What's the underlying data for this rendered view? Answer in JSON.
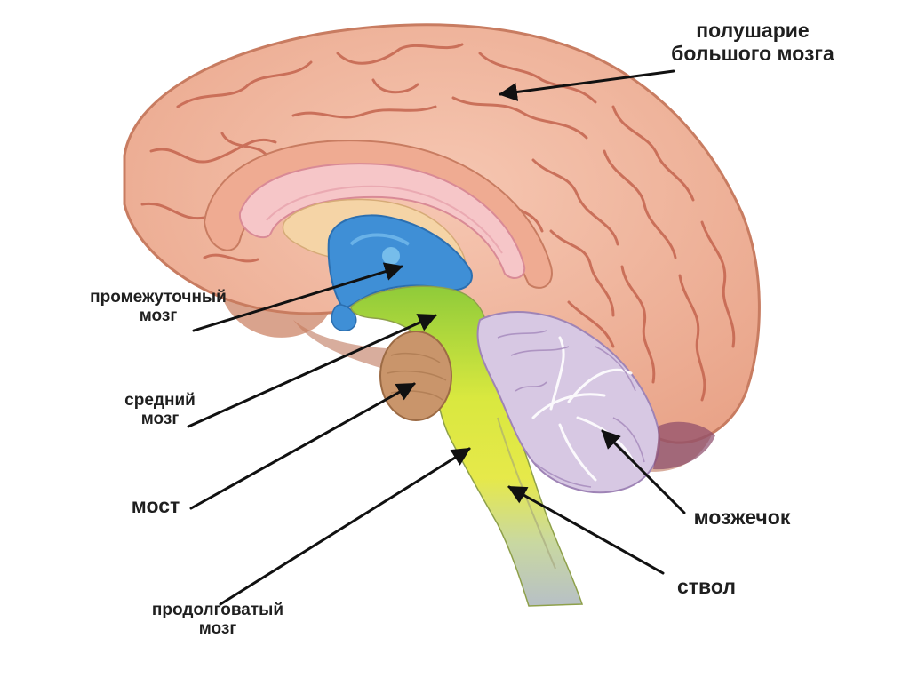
{
  "labels": {
    "hemisphere": [
      "полушарие",
      "большого мозга"
    ],
    "diencephalon": [
      "промежуточный",
      "мозг"
    ],
    "midbrain": [
      "средний",
      "мозг"
    ],
    "pons": "мост",
    "medulla": [
      "продолговатый",
      "мозг"
    ],
    "cerebellum": "мозжечок",
    "brainstem": "ствол"
  },
  "colors": {
    "cortex": "#f2b79f",
    "cortex_dark": "#dd8f74",
    "sulci": "#c4644e",
    "corpus_callosum": "#f6c6c8",
    "ventricle": "#3f8fd6",
    "midbrain_green": "#9ccf3a",
    "pons_brown": "#c9956b",
    "medulla_yellow": "#e5e945",
    "spinal_gray": "#b9c1c6",
    "cerebellum": "#d7c8e3",
    "cerebellum_dark": "#b89acb",
    "arrow": "#111111"
  }
}
